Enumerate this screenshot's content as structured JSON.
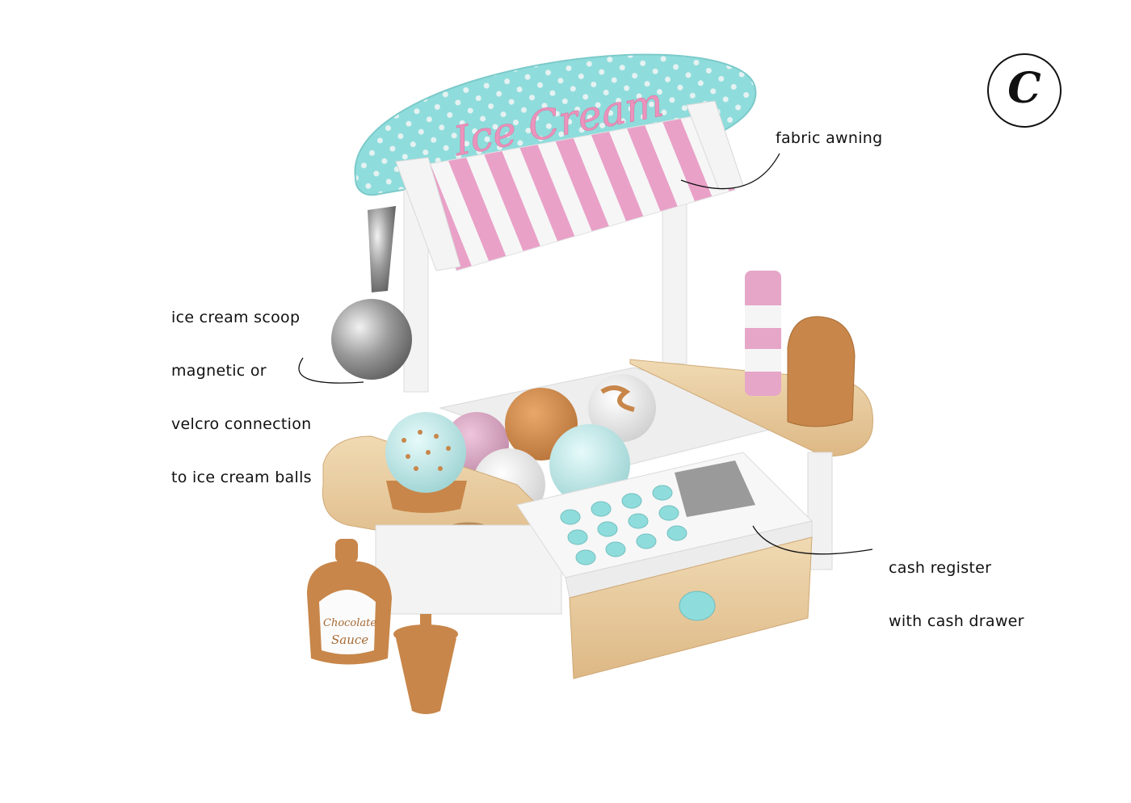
{
  "figure": {
    "label": "C",
    "subject": "wooden toy ice cream stand",
    "sign_text": "Ice Cream",
    "bottle_label": [
      "Chocolate",
      "Sauce"
    ]
  },
  "annotations": [
    {
      "id": "awning",
      "text": "fabric awning"
    },
    {
      "id": "scoop",
      "lines": [
        "ice cream scoop",
        "magnetic or",
        "velcro connection",
        "to ice cream balls"
      ]
    },
    {
      "id": "register",
      "lines": [
        "cash register",
        "with cash drawer"
      ]
    }
  ],
  "colors": {
    "mint": "#8fdcdc",
    "pink": "#e9a1c8",
    "caramel": "#c8864a",
    "wood": "#ecd3a8",
    "white": "#f5f5f5",
    "screen": "#9a9a9a"
  }
}
